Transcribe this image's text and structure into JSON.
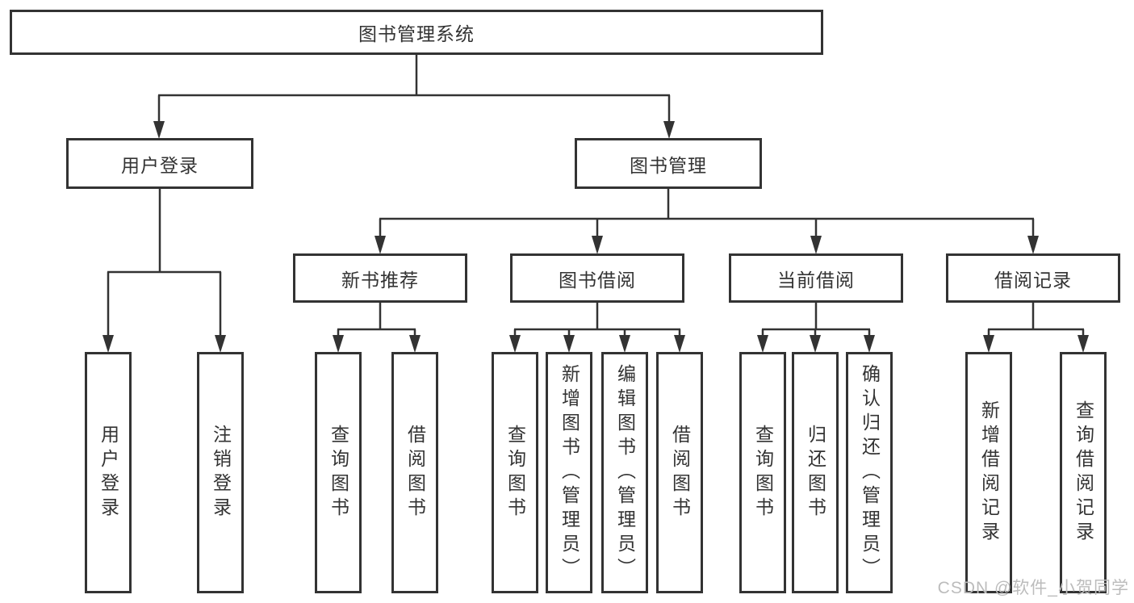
{
  "diagram": {
    "type": "tree",
    "title": "图书管理系统",
    "colors": {
      "line": "#333333",
      "box_border": "#333333",
      "text": "#333333",
      "background": "#ffffff",
      "watermark_text": "#bcbcbc"
    },
    "nodes": {
      "root": {
        "label": "图书管理系统",
        "children": [
          "user_login",
          "book_management"
        ]
      },
      "user_login": {
        "label": "用户登录",
        "children": [
          "leaf_user_login",
          "leaf_logout"
        ]
      },
      "book_management": {
        "label": "图书管理",
        "children": [
          "new_book_rec",
          "book_borrow",
          "current_borrow",
          "borrow_records"
        ]
      },
      "new_book_rec": {
        "label": "新书推荐",
        "children": [
          "leaf_nb_query",
          "leaf_nb_borrow"
        ]
      },
      "book_borrow": {
        "label": "图书借阅",
        "children": [
          "leaf_bb_query",
          "leaf_bb_add",
          "leaf_bb_edit",
          "leaf_bb_borrow"
        ]
      },
      "current_borrow": {
        "label": "当前借阅",
        "children": [
          "leaf_cb_query",
          "leaf_cb_return",
          "leaf_cb_confirm"
        ]
      },
      "borrow_records": {
        "label": "借阅记录",
        "children": [
          "leaf_br_add",
          "leaf_br_query"
        ]
      },
      "leaf_user_login": {
        "label": "用户登录"
      },
      "leaf_logout": {
        "label": "注销登录"
      },
      "leaf_nb_query": {
        "label": "查询图书"
      },
      "leaf_nb_borrow": {
        "label": "借阅图书"
      },
      "leaf_bb_query": {
        "label": "查询图书"
      },
      "leaf_bb_add": {
        "label": "新增图书（管理员）"
      },
      "leaf_bb_edit": {
        "label": "编辑图书（管理员）"
      },
      "leaf_bb_borrow": {
        "label": "借阅图书"
      },
      "leaf_cb_query": {
        "label": "查询图书"
      },
      "leaf_cb_return": {
        "label": "归还图书"
      },
      "leaf_cb_confirm": {
        "label": "确认归还（管理员）"
      },
      "leaf_br_add": {
        "label": "新增借阅记录"
      },
      "leaf_br_query": {
        "label": "查询借阅记录"
      }
    },
    "watermark": "CSDN @软件_小贺同学"
  }
}
